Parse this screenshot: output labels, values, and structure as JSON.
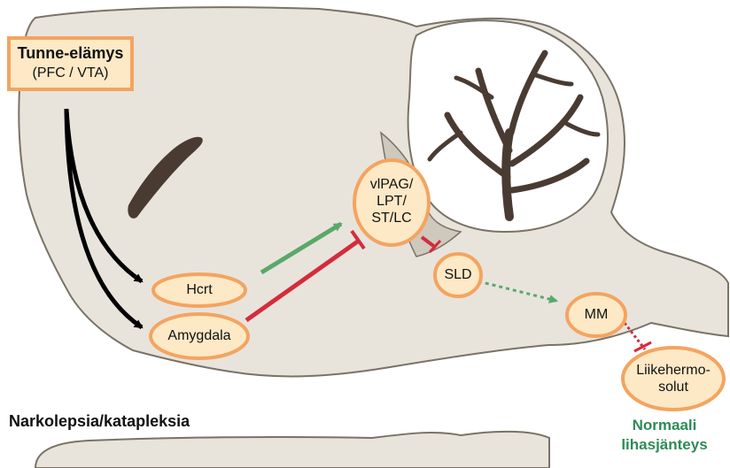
{
  "source_box": {
    "title": "Tunne-elämys",
    "subtitle": "(PFC / VTA)"
  },
  "nodes": {
    "hcrt": "Hcrt",
    "amygdala": "Amygdala",
    "vlpag": [
      "vlPAG/",
      "LPT/",
      "ST/LC"
    ],
    "sld": "SLD",
    "mm": "MM",
    "motor": [
      "Liikehermo-",
      "solut"
    ]
  },
  "section_heading": "Narkolepsia/katapleksia",
  "result": [
    "Normaali",
    "lihasjänteys"
  ],
  "colors": {
    "brain_fill": "#e8e4dc",
    "brain_stroke": "#7a7266",
    "ventricle": "#4a3b32",
    "cerebellum_fill": "#ffffff",
    "cerebellum_arbor": "#4a3b32",
    "node_border": "#f4a460",
    "node_fill": "#fde9c6",
    "excitatory": "#5aa86a",
    "inhibitory": "#d42c3c",
    "main_arrow": "#000000",
    "result_text": "#2e8b57"
  }
}
